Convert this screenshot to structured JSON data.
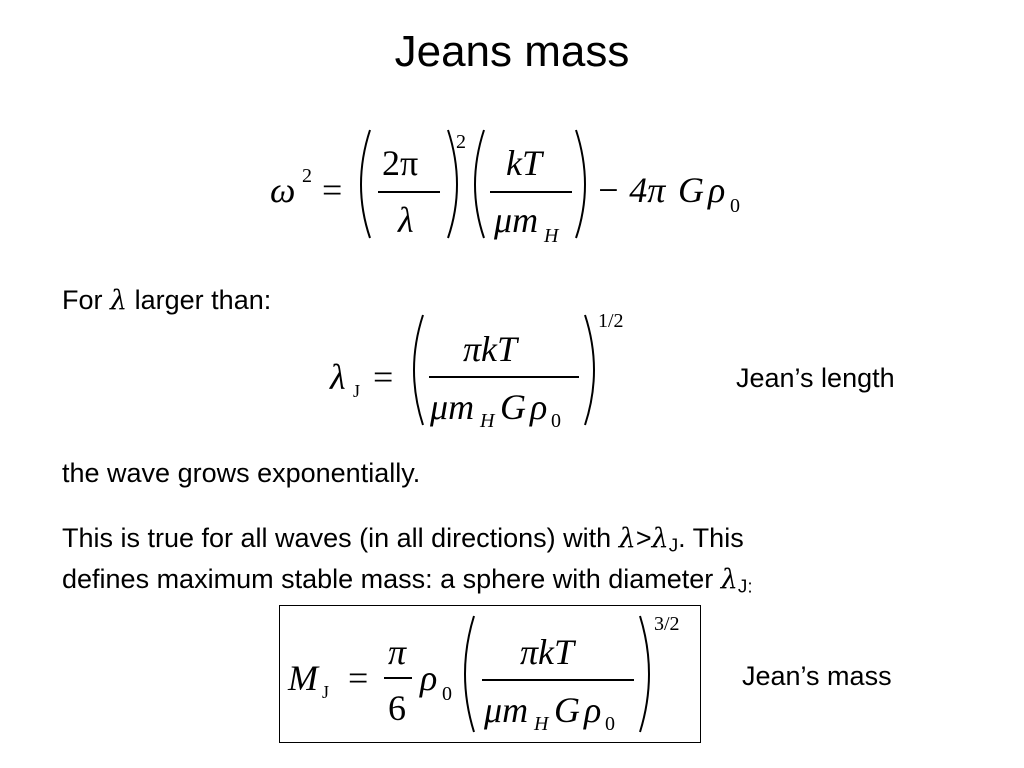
{
  "slide": {
    "title": "Jeans mass",
    "eq1": {
      "lhs": "ω",
      "lhs_sup": "2",
      "equals": "=",
      "f1_num": "2π",
      "f1_den": "λ",
      "f1_sup": "2",
      "f2_num": "kT",
      "f2_den_m": "μm",
      "f2_den_sub": "H",
      "minus_term": "− 4π",
      "G": "G",
      "rho": "ρ",
      "rho_sub": "0"
    },
    "for_text": {
      "before": "For ",
      "lambda": "λ",
      "after": " larger than:"
    },
    "eq2": {
      "lhs": "λ",
      "lhs_sub": "J",
      "equals": "=",
      "num": "πkT",
      "den_m": "μm",
      "den_sub": "H",
      "den_G": "G",
      "den_rho": "ρ",
      "den_rho_sub": "0",
      "sup": "1/2"
    },
    "jeans_length_label": "Jean’s length",
    "wave_text": "the wave grows exponentially.",
    "para": {
      "l1_a": "This is true for all waves (in all directions) with ",
      "l1_lambda": "λ",
      "l1_gt": ">",
      "l1_lambda2": "λ",
      "l1_sub": "J",
      "l1_b": ". This",
      "l2_a": "defines maximum stable mass: a sphere with diameter ",
      "l2_lambda": "λ",
      "l2_sub": "J:"
    },
    "eq3": {
      "lhs": "M",
      "lhs_sub": "J",
      "equals": "=",
      "frac_num": "π",
      "frac_den": "6",
      "rho": "ρ",
      "rho_sub": "0",
      "num": "πkT",
      "den_m": "μm",
      "den_sub": "H",
      "den_G": "G",
      "den_rho": "ρ",
      "den_rho_sub": "0",
      "sup": "3/2"
    },
    "jeans_mass_label": "Jean’s mass"
  }
}
